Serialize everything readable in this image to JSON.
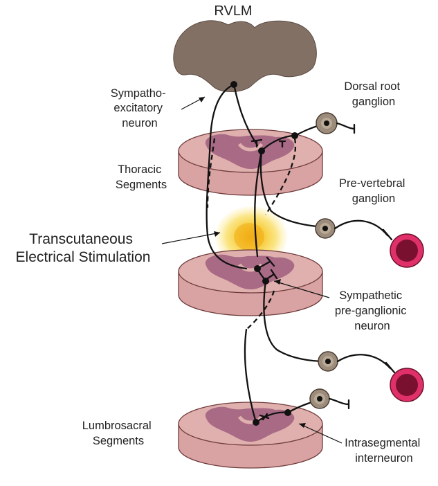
{
  "labels": {
    "rvlm": "RVLM",
    "sympatho_excitatory": [
      "Sympatho-",
      "excitatory",
      "neuron"
    ],
    "dorsal_root": [
      "Dorsal root",
      "ganglion"
    ],
    "thoracic": [
      "Thoracic",
      "Segments"
    ],
    "pre_vertebral": [
      "Pre-vertebral",
      "ganglion"
    ],
    "tes": [
      "Transcutaneous",
      "Electrical Stimulation"
    ],
    "sympathetic_preganglionic": [
      "Sympathetic",
      "pre-ganglionic",
      "neuron"
    ],
    "lumbrosacral": [
      "Lumbrosacral",
      "Segments"
    ],
    "intrasegmental": [
      "Intrasegmental",
      "interneuron"
    ]
  },
  "colors": {
    "brainstem": "#837065",
    "spinal_segment": "#dfb0ae",
    "gray_matter": "#a86a84",
    "ganglion": "#9c8c7c",
    "stimulation_glow": "#f5d64a",
    "target_organ": "#e0306a"
  }
}
